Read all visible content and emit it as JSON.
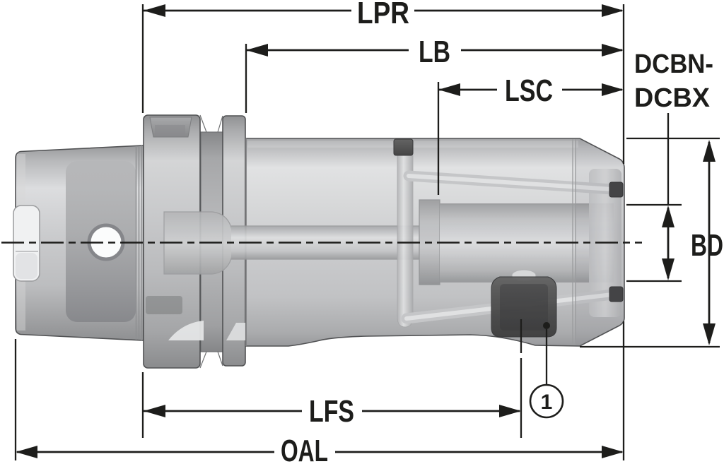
{
  "labels": {
    "lpr": "LPR",
    "lb": "LB",
    "lsc": "LSC",
    "dcbn_line1": "DCBN-",
    "dcbn_line2": "DCBX",
    "bd": "BD",
    "lfs": "LFS",
    "oal": "OAL",
    "callout_1": "1"
  },
  "colors": {
    "background": "#ffffff",
    "line": "#1d1d1b",
    "tool_outline": "#515254",
    "body_light": "#e2e3e4",
    "body_mid": "#c8c9cb",
    "body_dark": "#98999b",
    "screw_dark": "#474747",
    "tube_cap_dark": "#3f3f40"
  }
}
